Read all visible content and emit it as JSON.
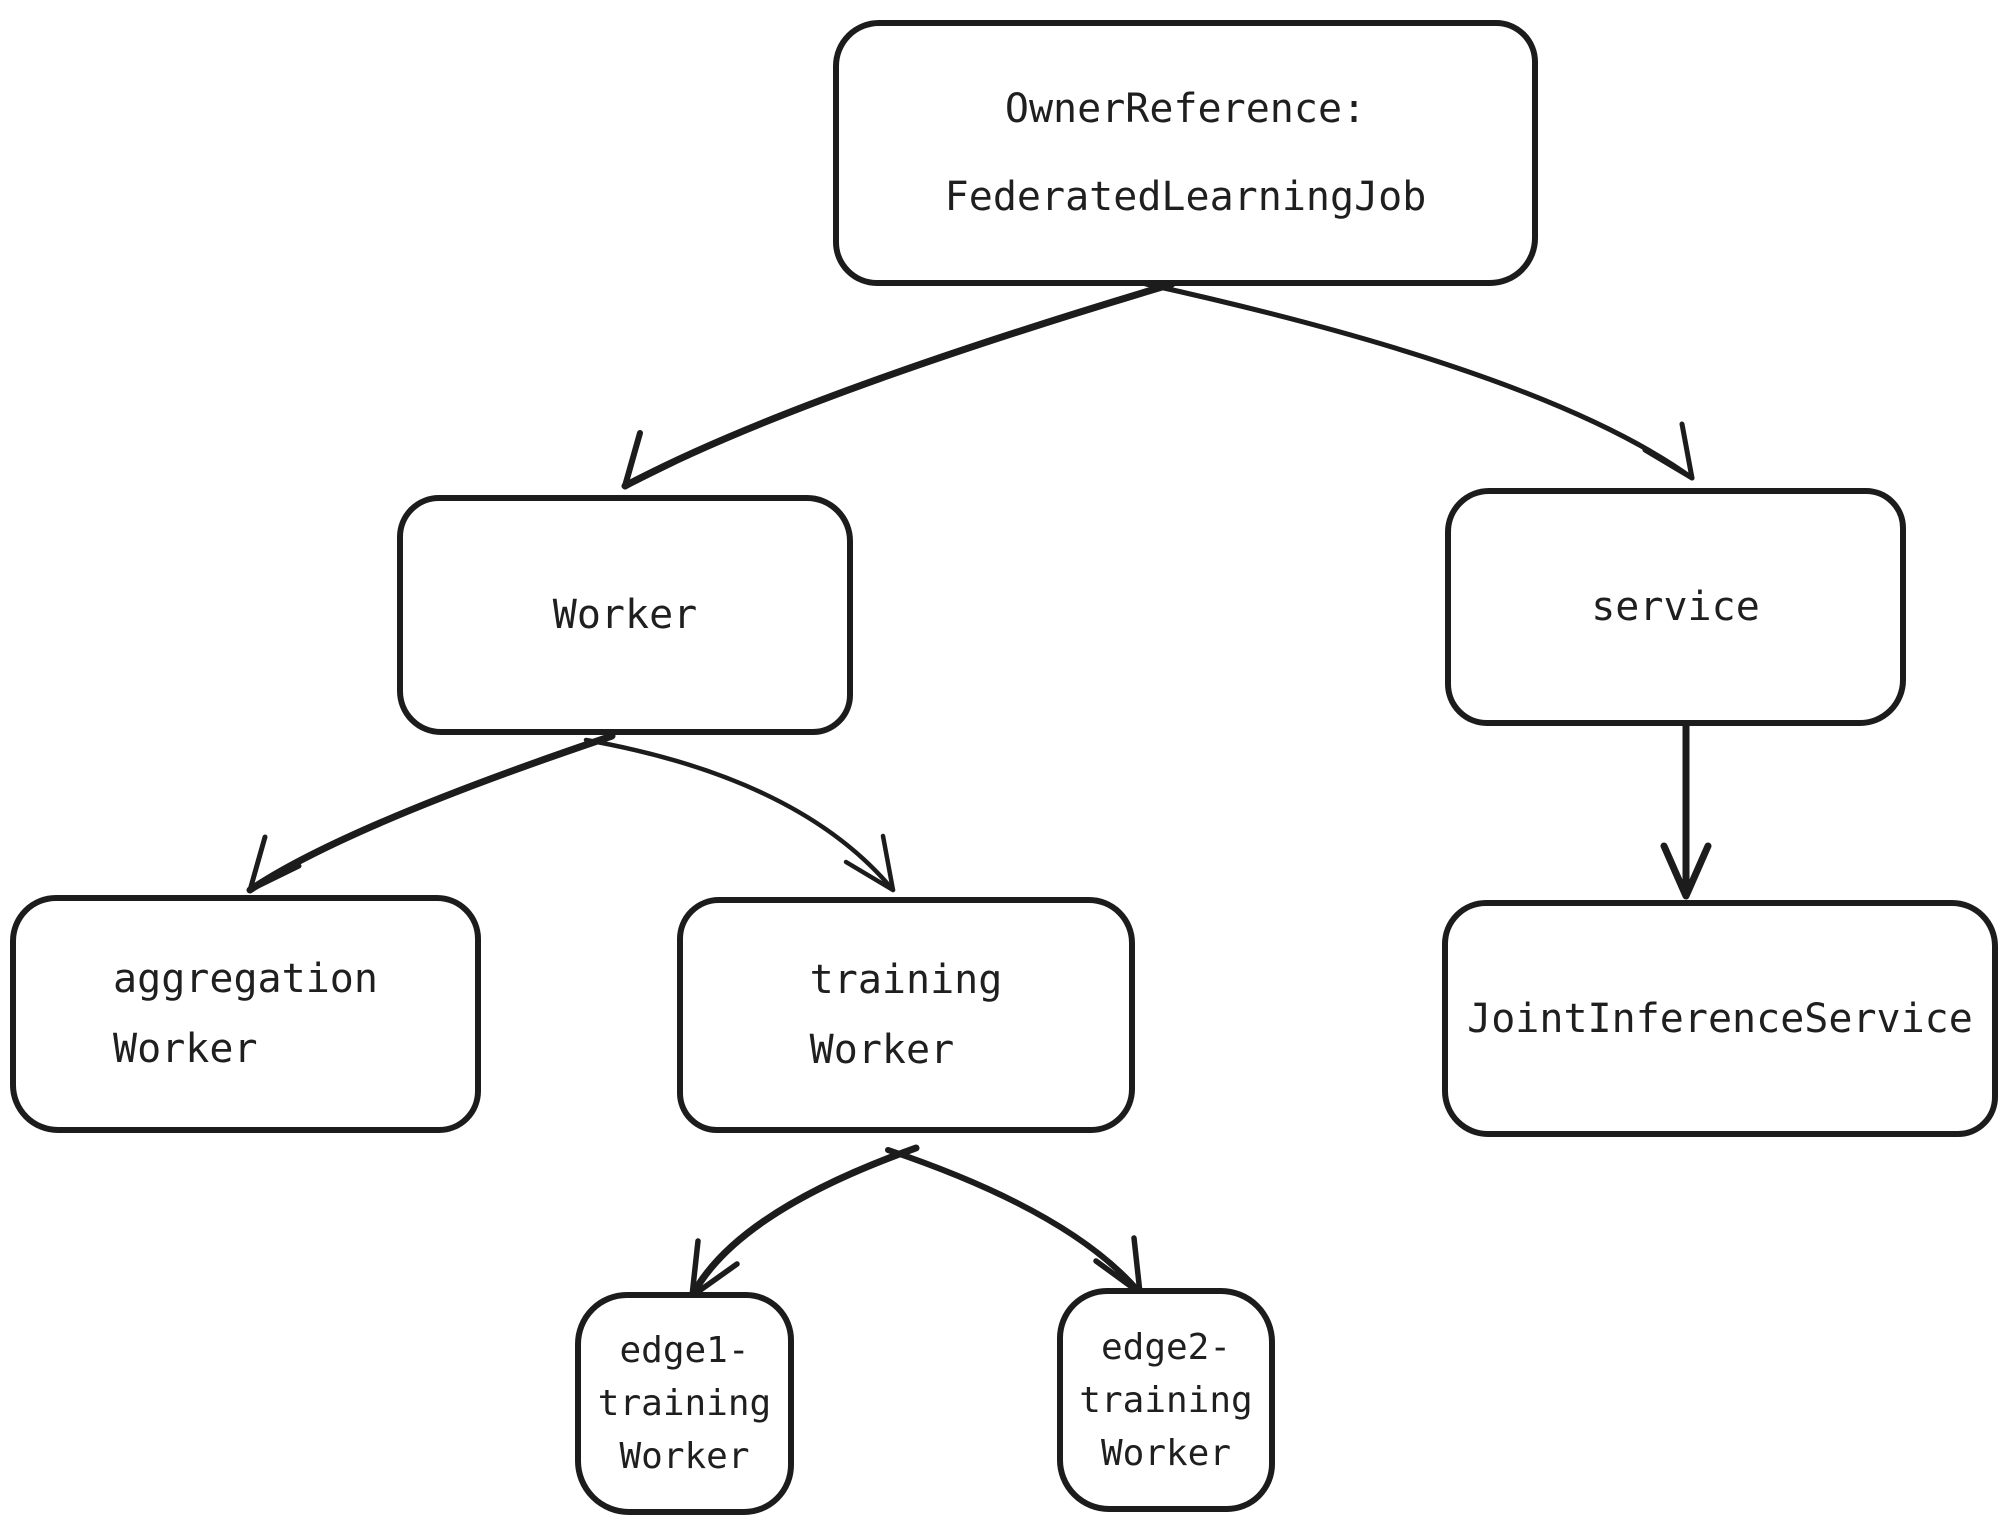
{
  "diagram": {
    "background_color": "#ffffff",
    "ink_color": "#1c1c1c",
    "nodes": {
      "owner_reference": {
        "lines": [
          "OwnerReference:",
          "FederatedLearningJob"
        ]
      },
      "worker": {
        "lines": [
          "Worker"
        ]
      },
      "service": {
        "lines": [
          "service"
        ]
      },
      "aggregation_worker": {
        "lines": [
          "aggregation",
          "Worker"
        ]
      },
      "training_worker": {
        "lines": [
          "training",
          "Worker"
        ]
      },
      "joint_inference_service": {
        "lines": [
          "JointInferenceService"
        ]
      },
      "edge1_training_worker": {
        "lines": [
          "edge1-",
          "training",
          "Worker"
        ]
      },
      "edge2_training_worker": {
        "lines": [
          "edge2-",
          "training",
          "Worker"
        ]
      }
    },
    "edges": [
      {
        "from": "owner_reference",
        "to": "worker"
      },
      {
        "from": "owner_reference",
        "to": "service"
      },
      {
        "from": "worker",
        "to": "aggregation_worker"
      },
      {
        "from": "worker",
        "to": "training_worker"
      },
      {
        "from": "service",
        "to": "joint_inference_service"
      },
      {
        "from": "training_worker",
        "to": "edge1_training_worker"
      },
      {
        "from": "training_worker",
        "to": "edge2_training_worker"
      }
    ]
  }
}
